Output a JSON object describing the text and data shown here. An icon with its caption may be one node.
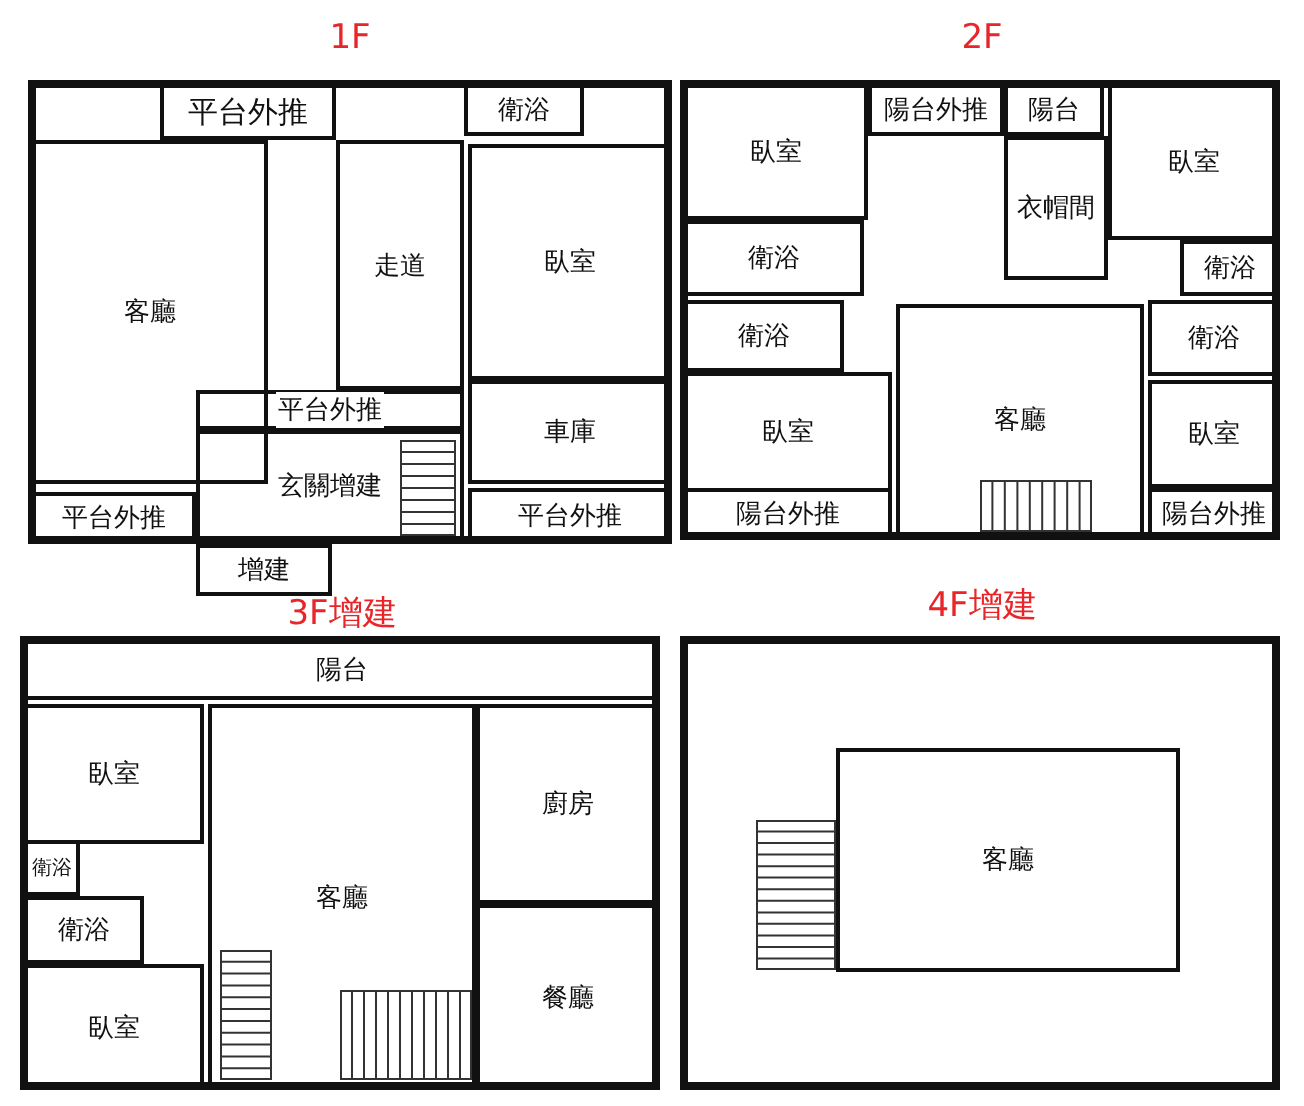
{
  "diagram": {
    "nodes": [
      {
        "text": [
          "1F"
        ]
      },
      {
        "text": [
          "平台外推"
        ],
        "in": 0
      },
      {
        "text": [
          "衛浴"
        ],
        "in": 0
      },
      {
        "text": [
          "客廳"
        ],
        "in": 0
      },
      {
        "text": [
          "走道"
        ],
        "in": 0
      },
      {
        "text": [
          "臥室"
        ],
        "in": 0
      },
      {
        "text": [
          "平台外推"
        ],
        "in": 0
      },
      {
        "text": [
          "車庫"
        ],
        "in": 0
      },
      {
        "text": [
          "玄關增建"
        ],
        "in": 0
      },
      {
        "text": [
          "平台外推"
        ],
        "in": 0
      },
      {
        "text": [
          "平台外推"
        ],
        "in": 0
      },
      {
        "text": [
          "增建"
        ]
      },
      {
        "text": [
          "2F"
        ]
      },
      {
        "text": [
          "陽台外推"
        ],
        "in": 12
      },
      {
        "text": [
          "陽台"
        ],
        "in": 12
      },
      {
        "text": [
          "臥室"
        ],
        "in": 12
      },
      {
        "text": [
          "臥室"
        ],
        "in": 12
      },
      {
        "text": [
          "衣帽間"
        ],
        "in": 12
      },
      {
        "text": [
          "衛浴"
        ],
        "in": 12
      },
      {
        "text": [
          "衛浴"
        ],
        "in": 12
      },
      {
        "text": [
          "衛浴"
        ],
        "in": 12
      },
      {
        "text": [
          "衛浴"
        ],
        "in": 12
      },
      {
        "text": [
          "臥室"
        ],
        "in": 12
      },
      {
        "text": [
          "客廳"
        ],
        "in": 12
      },
      {
        "text": [
          "臥室"
        ],
        "in": 12
      },
      {
        "text": [
          "陽台外推"
        ],
        "in": 12
      },
      {
        "text": [
          "陽台外推"
        ],
        "in": 12
      },
      {
        "text": [
          "3F增建"
        ]
      },
      {
        "text": [
          "陽台"
        ],
        "in": 27
      },
      {
        "text": [
          "臥室"
        ],
        "in": 27
      },
      {
        "text": [
          "客廳"
        ],
        "in": 27
      },
      {
        "text": [
          "廚房"
        ],
        "in": 27
      },
      {
        "text": [
          "衛浴"
        ],
        "in": 27
      },
      {
        "text": [
          "衛浴"
        ],
        "in": 27
      },
      {
        "text": [
          "餐廳"
        ],
        "in": 27
      },
      {
        "text": [
          "臥室"
        ],
        "in": 27
      },
      {
        "text": [
          "4F增建"
        ]
      },
      {
        "text": [
          "客廳"
        ],
        "in": 36
      }
    ]
  }
}
